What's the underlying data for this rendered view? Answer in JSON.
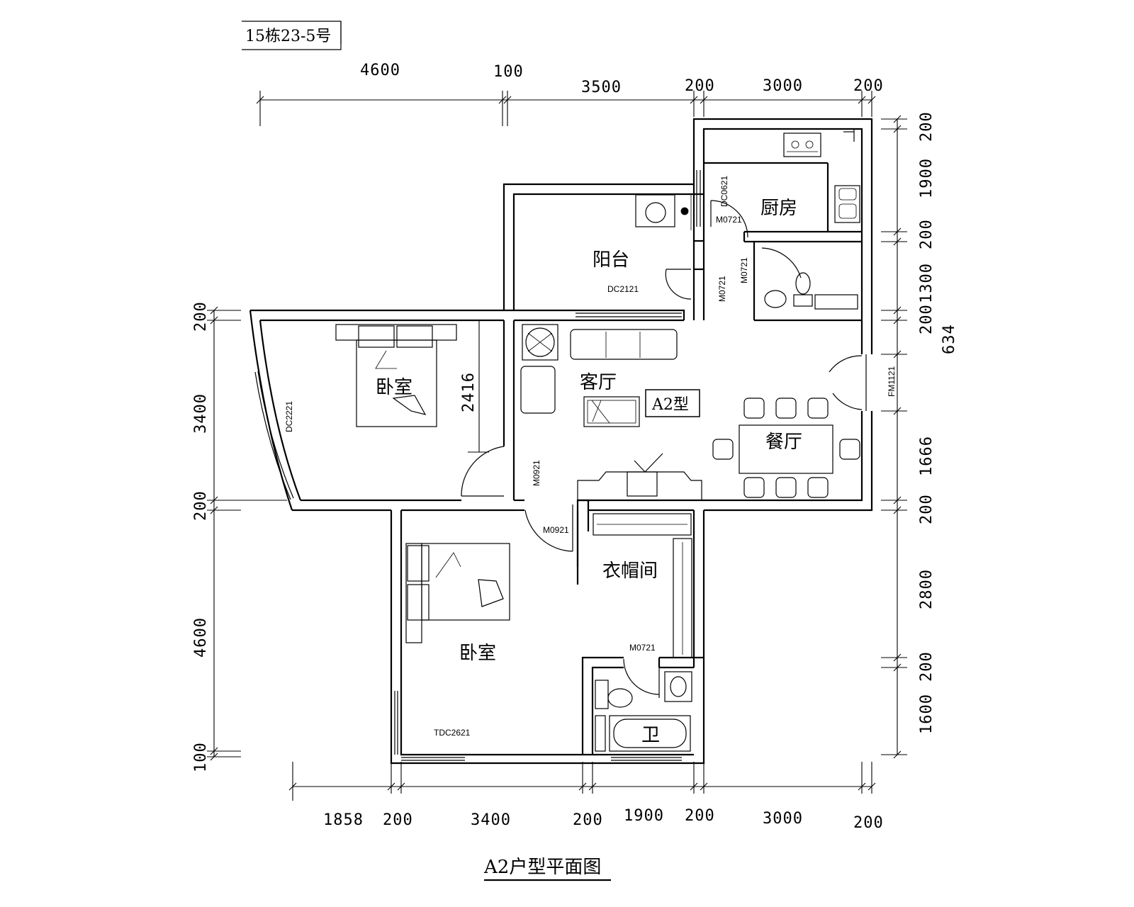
{
  "header": {
    "building_tag": "15栋23-5号"
  },
  "footer": {
    "title": "A2户型平面图"
  },
  "unit_type_label": "A2型",
  "rooms": {
    "balcony": "阳台",
    "kitchen": "厨房",
    "living": "客厅",
    "dining": "餐厅",
    "bedroom_upper": "卧室",
    "bedroom_lower": "卧室",
    "closet": "衣帽间",
    "bath": "卫"
  },
  "openings": {
    "dc0621": "DC0621",
    "m0721_kitchen": "M0721",
    "m0721_balcony": "M0721",
    "m0721_bath_upper": "M0721",
    "dc2121": "DC2121",
    "dc2221": "DC2221",
    "fm1121": "FM1121",
    "m0921_upper": "M0921",
    "m0921_lower": "M0921",
    "m0721_closet": "M0721",
    "tdc2621": "TDC2621"
  },
  "dimensions": {
    "top_row1": [
      "4600",
      "100"
    ],
    "top_row2": [
      "3500",
      "200",
      "3000",
      "200"
    ],
    "bottom": [
      "1858",
      "200",
      "3400",
      "200",
      "1900",
      "200",
      "3000",
      "200"
    ],
    "left": [
      "200",
      "3400",
      "200",
      "4600",
      "100"
    ],
    "right": [
      "200",
      "1900",
      "200",
      "1300",
      "200",
      "634",
      "1666",
      "200",
      "2800",
      "200",
      "1600"
    ],
    "bed_depth": "2416"
  }
}
